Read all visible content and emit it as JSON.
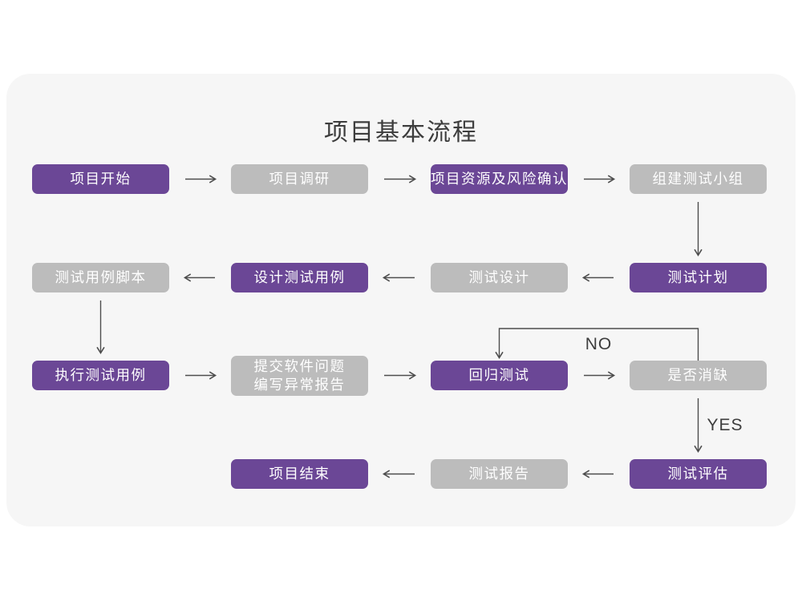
{
  "title": "项目基本流程",
  "colors": {
    "primary": "#6b4796",
    "secondary": "#bcbcbc",
    "node_text": "#ffffff",
    "arrow": "#4d4d4d",
    "label_text": "#3d3d3d",
    "title_text": "#3d3d3d",
    "panel_bg": "#f6f6f6",
    "page_bg": "#ffffff"
  },
  "nodes": [
    {
      "id": "project-start",
      "lines": [
        "项目开始"
      ],
      "variant": "purple",
      "col": 0,
      "row": 0
    },
    {
      "id": "project-research",
      "lines": [
        "项目调研"
      ],
      "variant": "gray",
      "col": 1,
      "row": 0
    },
    {
      "id": "resource-risk-confirm",
      "lines": [
        "项目资源及风险确认"
      ],
      "variant": "purple",
      "col": 2,
      "row": 0
    },
    {
      "id": "build-test-team",
      "lines": [
        "组建测试小组"
      ],
      "variant": "gray",
      "col": 3,
      "row": 0
    },
    {
      "id": "test-plan",
      "lines": [
        "测试计划"
      ],
      "variant": "purple",
      "col": 3,
      "row": 1
    },
    {
      "id": "test-design",
      "lines": [
        "测试设计"
      ],
      "variant": "gray",
      "col": 2,
      "row": 1
    },
    {
      "id": "design-test-case",
      "lines": [
        "设计测试用例"
      ],
      "variant": "purple",
      "col": 1,
      "row": 1
    },
    {
      "id": "test-case-script",
      "lines": [
        "测试用例脚本"
      ],
      "variant": "gray",
      "col": 0,
      "row": 1
    },
    {
      "id": "execute-test-case",
      "lines": [
        "执行测试用例"
      ],
      "variant": "purple",
      "col": 0,
      "row": 2
    },
    {
      "id": "submit-issue-report",
      "lines": [
        "提交软件问题",
        "编写异常报告"
      ],
      "variant": "gray",
      "col": 1,
      "row": 2
    },
    {
      "id": "regression-test",
      "lines": [
        "回归测试"
      ],
      "variant": "purple",
      "col": 2,
      "row": 2
    },
    {
      "id": "defect-cleared",
      "lines": [
        "是否消缺"
      ],
      "variant": "gray",
      "col": 3,
      "row": 2
    },
    {
      "id": "test-evaluate",
      "lines": [
        "测试评估"
      ],
      "variant": "purple",
      "col": 3,
      "row": 3
    },
    {
      "id": "test-report",
      "lines": [
        "测试报告"
      ],
      "variant": "gray",
      "col": 2,
      "row": 3
    },
    {
      "id": "project-end",
      "lines": [
        "项目结束"
      ],
      "variant": "purple",
      "col": 1,
      "row": 3
    }
  ],
  "edges": [
    {
      "type": "h",
      "row": 0,
      "fromCol": 0,
      "toCol": 1,
      "dir": "right"
    },
    {
      "type": "h",
      "row": 0,
      "fromCol": 1,
      "toCol": 2,
      "dir": "right"
    },
    {
      "type": "h",
      "row": 0,
      "fromCol": 2,
      "toCol": 3,
      "dir": "right"
    },
    {
      "type": "v",
      "col": 3,
      "fromRow": 0,
      "toRow": 1
    },
    {
      "type": "h",
      "row": 1,
      "fromCol": 3,
      "toCol": 2,
      "dir": "left"
    },
    {
      "type": "h",
      "row": 1,
      "fromCol": 2,
      "toCol": 1,
      "dir": "left"
    },
    {
      "type": "h",
      "row": 1,
      "fromCol": 1,
      "toCol": 0,
      "dir": "left"
    },
    {
      "type": "v",
      "col": 0,
      "fromRow": 1,
      "toRow": 2
    },
    {
      "type": "h",
      "row": 2,
      "fromCol": 0,
      "toCol": 1,
      "dir": "right"
    },
    {
      "type": "h",
      "row": 2,
      "fromCol": 1,
      "toCol": 2,
      "dir": "right"
    },
    {
      "type": "h",
      "row": 2,
      "fromCol": 2,
      "toCol": 3,
      "dir": "right"
    },
    {
      "type": "loop",
      "row": 2,
      "fromCol": 3,
      "toCol": 2,
      "label": "NO"
    },
    {
      "type": "v",
      "col": 3,
      "fromRow": 2,
      "toRow": 3,
      "label": "YES"
    },
    {
      "type": "h",
      "row": 3,
      "fromCol": 3,
      "toCol": 2,
      "dir": "left"
    },
    {
      "type": "h",
      "row": 3,
      "fromCol": 2,
      "toCol": 1,
      "dir": "left"
    }
  ]
}
